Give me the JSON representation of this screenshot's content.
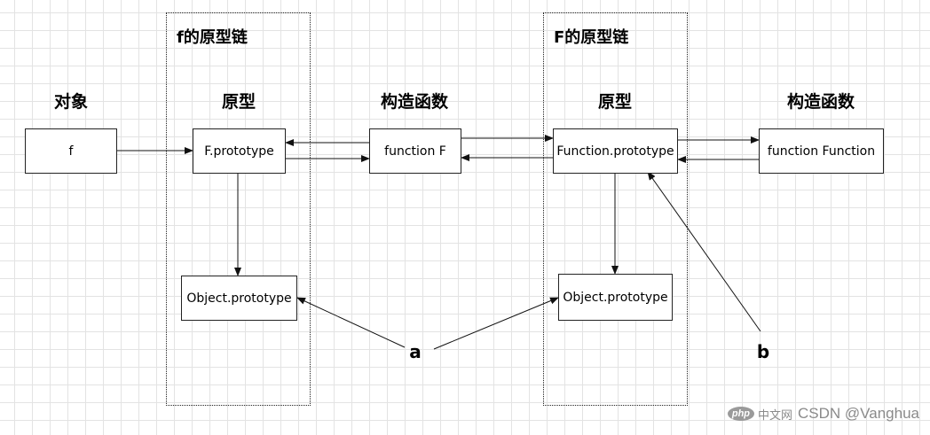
{
  "groups": {
    "left": {
      "title": "f的原型链"
    },
    "right": {
      "title": "F的原型链"
    }
  },
  "headers": {
    "object": "对象",
    "prototype_left": "原型",
    "constructor_left": "构造函数",
    "prototype_right": "原型",
    "constructor_right": "构造函数"
  },
  "nodes": {
    "f": "f",
    "f_prototype": "F.prototype",
    "function_f": "function F",
    "object_prototype_left": "Object.prototype",
    "function_prototype": "Function.prototype",
    "function_function": "function Function",
    "object_prototype_right": "Object.prototype"
  },
  "pointers": {
    "a": "a",
    "b": "b"
  },
  "watermark": {
    "logo_php": "php",
    "logo_cn": "中文网",
    "text": "CSDN @Vanghua"
  }
}
